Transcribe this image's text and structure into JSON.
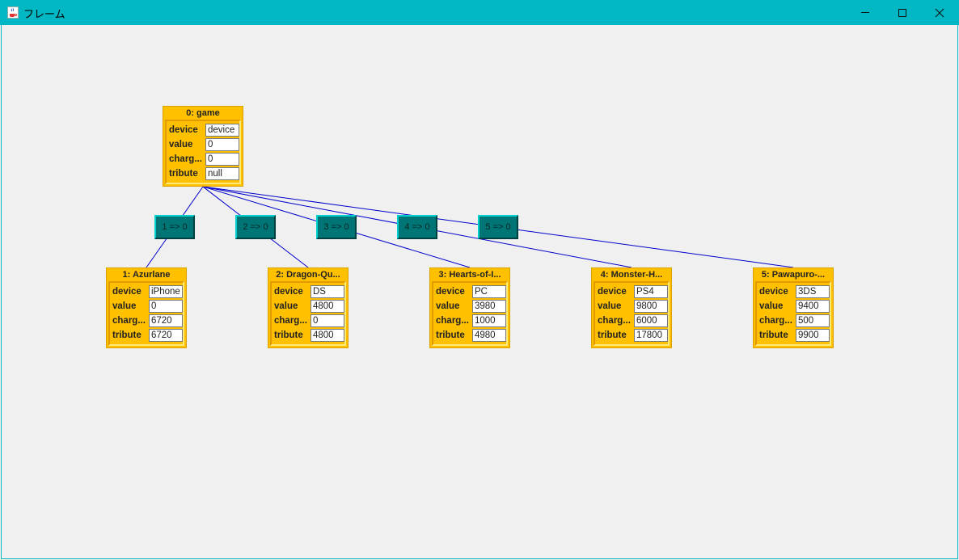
{
  "window": {
    "title": "フレーム",
    "accent": "#00b7c3"
  },
  "controls": {
    "minimize": "minimize-icon",
    "maximize": "maximize-icon",
    "close": "close-icon"
  },
  "root": {
    "title": "0: game",
    "fields": [
      {
        "label": "device",
        "value": "device"
      },
      {
        "label": "value",
        "value": "0"
      },
      {
        "label": "charg...",
        "value": "0"
      },
      {
        "label": "tribute",
        "value": "null"
      }
    ]
  },
  "edges": [
    {
      "label": "1 => 0"
    },
    {
      "label": "2 => 0"
    },
    {
      "label": "3 => 0"
    },
    {
      "label": "4 => 0"
    },
    {
      "label": "5 => 0"
    }
  ],
  "nodes": [
    {
      "title": "1: Azurlane",
      "fields": [
        {
          "label": "device",
          "value": "iPhone"
        },
        {
          "label": "value",
          "value": "0"
        },
        {
          "label": "charg...",
          "value": "6720"
        },
        {
          "label": "tribute",
          "value": "6720"
        }
      ]
    },
    {
      "title": "2: Dragon-Qu...",
      "fields": [
        {
          "label": "device",
          "value": "DS"
        },
        {
          "label": "value",
          "value": "4800"
        },
        {
          "label": "charg...",
          "value": "0"
        },
        {
          "label": "tribute",
          "value": "4800"
        }
      ]
    },
    {
      "title": "3: Hearts-of-I...",
      "fields": [
        {
          "label": "device",
          "value": "PC"
        },
        {
          "label": "value",
          "value": "3980"
        },
        {
          "label": "charg...",
          "value": "1000"
        },
        {
          "label": "tribute",
          "value": "4980"
        }
      ]
    },
    {
      "title": "4: Monster-H...",
      "fields": [
        {
          "label": "device",
          "value": "PS4"
        },
        {
          "label": "value",
          "value": "9800"
        },
        {
          "label": "charg...",
          "value": "6000"
        },
        {
          "label": "tribute",
          "value": "17800"
        }
      ]
    },
    {
      "title": "5: Pawapuro-...",
      "fields": [
        {
          "label": "device",
          "value": "3DS"
        },
        {
          "label": "value",
          "value": "9400"
        },
        {
          "label": "charg...",
          "value": "500"
        },
        {
          "label": "tribute",
          "value": "9900"
        }
      ]
    }
  ]
}
